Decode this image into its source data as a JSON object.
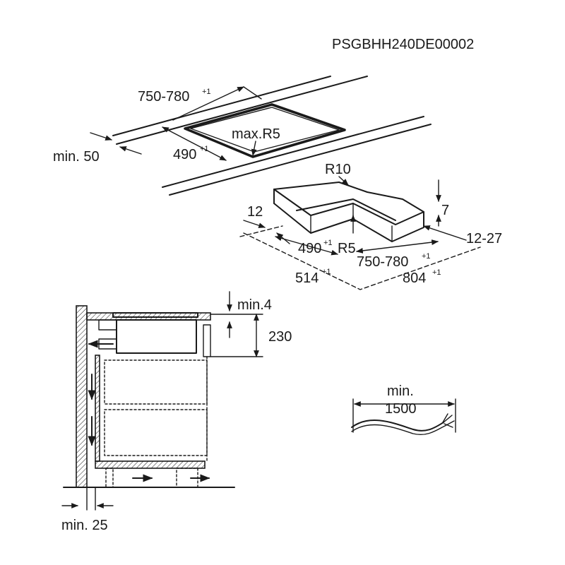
{
  "doc_code": "PSGBHH240DE00002",
  "cutout": {
    "width": "750-780",
    "width_tol": "+1",
    "depth": "490",
    "depth_tol": "+1",
    "corner_radius": "max.R5",
    "edge_distance": "min. 50"
  },
  "frame": {
    "corner_radius_outer": "R10",
    "corner_radius_inner": "R5",
    "lip": "12",
    "thickness": "7",
    "range": "12-27",
    "inner_depth": "490",
    "inner_depth_tol": "+1",
    "inner_width": "750-780",
    "inner_width_tol": "+1",
    "outer_depth": "514",
    "outer_depth_tol": "+1",
    "outer_width": "804",
    "outer_width_tol": "+1"
  },
  "side_view": {
    "top_clearance": "min.4",
    "height": "230",
    "wall_gap": "min. 25"
  },
  "cable": {
    "label_top": "min.",
    "length": "1500"
  }
}
